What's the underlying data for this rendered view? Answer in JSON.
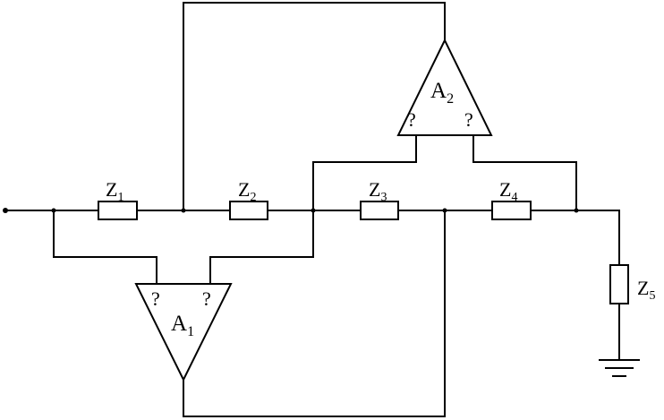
{
  "components": {
    "z1": {
      "main": "Z",
      "sub": "1"
    },
    "z2": {
      "main": "Z",
      "sub": "2"
    },
    "z3": {
      "main": "Z",
      "sub": "3"
    },
    "z4": {
      "main": "Z",
      "sub": "4"
    },
    "z5": {
      "main": "Z",
      "sub": "5"
    }
  },
  "amplifiers": {
    "a1": {
      "main": "A",
      "sub": "1",
      "in_left": "?",
      "in_right": "?"
    },
    "a2": {
      "main": "A",
      "sub": "2",
      "in_left": "?",
      "in_right": "?"
    }
  }
}
